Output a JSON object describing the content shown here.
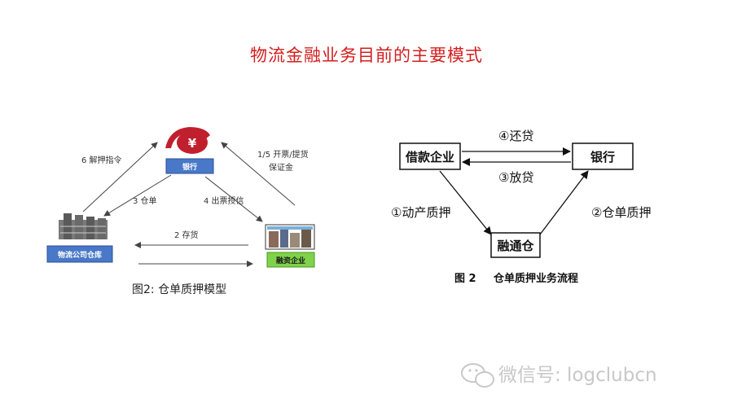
{
  "title": "物流金融业务目前的主要模式",
  "left_diagram": {
    "nodes": {
      "bank": "银行",
      "warehouse": "物流公司仓库",
      "enterprise": "融资企业"
    },
    "edges": {
      "e6": "6 解押指令",
      "e3": "3 仓单",
      "e15a": "1/5 开票/提货",
      "e15b": "保证金",
      "e4": "4 出票授信",
      "e2": "2 存货"
    },
    "caption": "图2: 仓单质押模型"
  },
  "right_diagram": {
    "nodes": {
      "borrower": "借款企业",
      "bank": "银行",
      "warehouse": "融通仓"
    },
    "edges": {
      "repay": "④还贷",
      "lend": "③放贷",
      "pledge_goods": "①动产质押",
      "pledge_receipt": "②仓单质押"
    },
    "caption_num": "图 2",
    "caption_text": "仓单质押业务流程"
  },
  "watermark": "微信号: logclubcn",
  "colors": {
    "title": "#d41e1e",
    "bank_logo": "#c0202e",
    "blue_label": "#4a78c8",
    "green_label": "#7fd24a",
    "watermark": "#c8c8c8"
  }
}
